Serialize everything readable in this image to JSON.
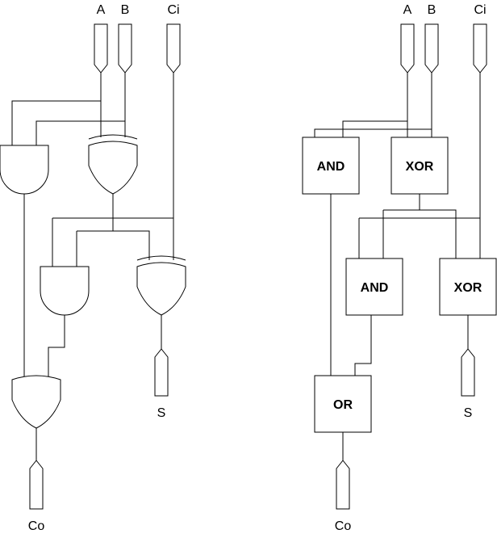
{
  "left_diagram": {
    "inputs": {
      "a": "A",
      "b": "B",
      "ci": "Ci"
    },
    "outputs": {
      "s": "S",
      "co": "Co"
    }
  },
  "right_diagram": {
    "inputs": {
      "a": "A",
      "b": "B",
      "ci": "Ci"
    },
    "gates": {
      "and1": "AND",
      "xor1": "XOR",
      "and2": "AND",
      "xor2": "XOR",
      "or1": "OR"
    },
    "outputs": {
      "s": "S",
      "co": "Co"
    }
  }
}
